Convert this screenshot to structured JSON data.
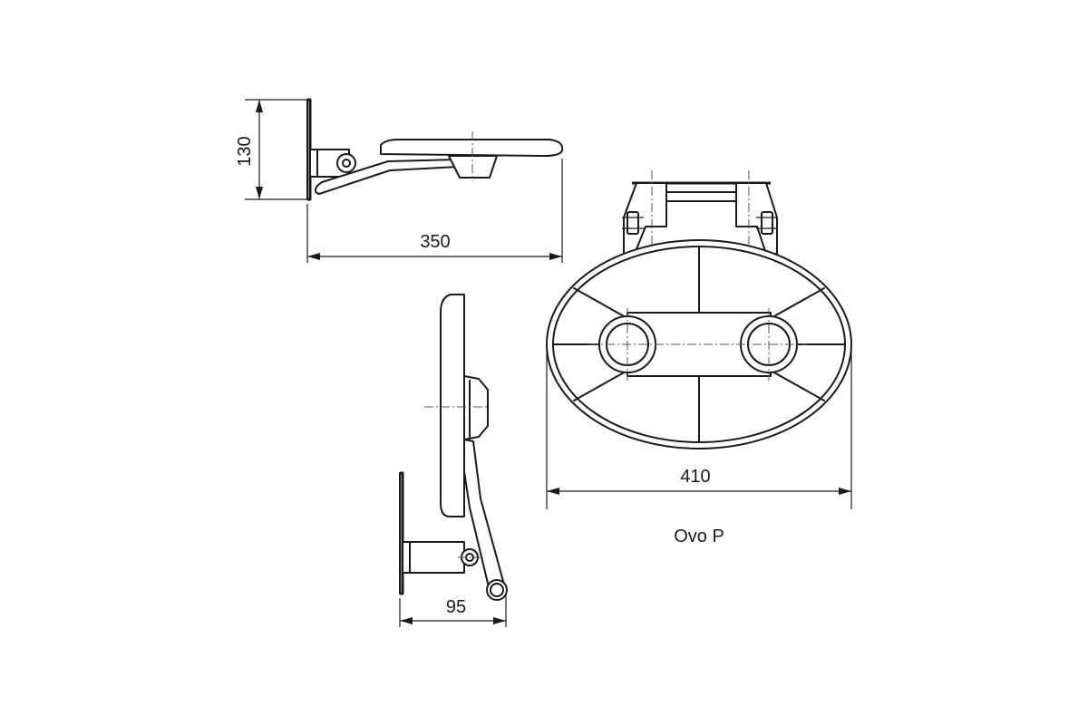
{
  "dimensions": {
    "height_side": "130",
    "depth_side": "350",
    "width_front": "410",
    "depth_folded": "95"
  },
  "caption": "Ovo P"
}
